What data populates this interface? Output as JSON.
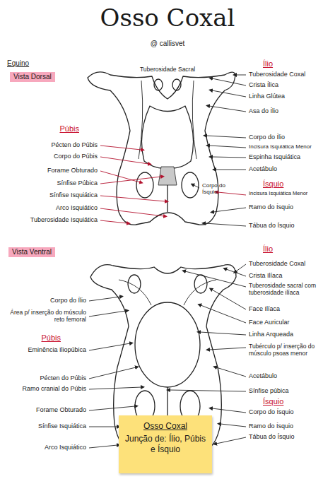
{
  "diagram": {
    "title": "Osso Coxal",
    "nodes": [
      {
        "text": [
          "Osso Coxal",
          "Junção de: Ílio, Púbis e Ísquio"
        ]
      }
    ],
    "labels": [
      "@ callisvet",
      "Equino",
      "Vista Dorsal",
      "Tuberosidade Sacral",
      "Ílio",
      "Tuberosidade Coxal",
      "Crista Ílica",
      "Linha Glútea",
      "Asa do Ílio",
      "Púbis",
      "Pécten do Púbis",
      "Corpo do Púbis",
      "Corpo do Ílio",
      "Incisura Isquiática Menor",
      "Espinha Isquiática",
      "Forame Obturado",
      "Acetábulo",
      "Sínfise Púbica",
      "Corpo do Ísquio",
      "Ísquio",
      "Incisura Isquiática Menor",
      "Sínfise Isquiática",
      "Ramo do Ísquio",
      "Arco Isquiático",
      "Tuberosidade Isquiática",
      "Tábua do Ísquio",
      "Vista Ventral",
      "Ílio",
      "Tuberosidade Coxal",
      "Crista Ilíaca",
      "Tuberosidade sacral com tuberosidade ilíaca",
      "Corpo do Ílio",
      "Face Ilíaca",
      "Área p/ inserção do músculo reto femoral",
      "Face Auricular",
      "Púbis",
      "Eminência Iliopúbica",
      "Linha Arqueada",
      "Tubérculo p/ inserção do músculo psoas menor",
      "Pécten do Púbis",
      "Ramo cranial do Púbis",
      "Acetábulo",
      "Forame Obturado",
      "Sínfise púbica",
      "Ísquio",
      "Corpo do Ísquio",
      "Sínfise Isquiática",
      "Ramo do Ísquio",
      "Arco Isquiático",
      "Tábua do Ísquio"
    ]
  }
}
